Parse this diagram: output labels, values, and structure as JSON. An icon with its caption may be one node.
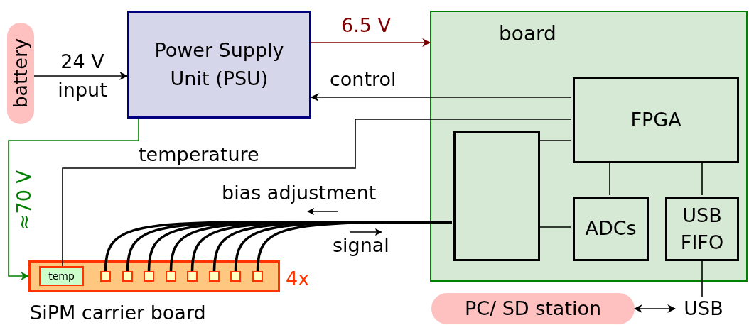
{
  "diagram": {
    "nodes": [
      {
        "text": [
          "battery"
        ]
      },
      {
        "text": [
          "Power Supply Unit (PSU)"
        ]
      },
      {
        "text": [
          "board"
        ]
      },
      {
        "text": [
          "FPGA"
        ],
        "in": 2
      },
      {
        "text": [],
        "shape": "box",
        "in": 2
      },
      {
        "text": [
          "ADCs"
        ],
        "in": 2
      },
      {
        "text": [
          "USB FIFO"
        ],
        "in": 2
      },
      {
        "text": [
          "SiPM carrier board"
        ],
        "beside": [
          "4x"
        ]
      },
      {
        "text": [
          "temp"
        ],
        "in": 7
      },
      {
        "text": [],
        "shape": "box",
        "in": 7
      },
      {
        "text": [],
        "shape": "box",
        "in": 7
      },
      {
        "text": [],
        "shape": "box",
        "in": 7
      },
      {
        "text": [],
        "shape": "box",
        "in": 7
      },
      {
        "text": [],
        "shape": "box",
        "in": 7
      },
      {
        "text": [],
        "shape": "box",
        "in": 7
      },
      {
        "text": [],
        "shape": "box",
        "in": 7
      },
      {
        "text": [],
        "shape": "box",
        "in": 7
      },
      {
        "text": [
          "PC/ SD station"
        ]
      },
      {
        "text": [
          "USB"
        ]
      }
    ],
    "edges": [
      {
        "from": 0,
        "to": 1,
        "arrow": "to",
        "label": "24 V input"
      },
      {
        "from": 1,
        "to": 2,
        "arrow": "to",
        "label": "6.5 V",
        "color": "#7f0000"
      },
      {
        "from": 3,
        "to": 1,
        "arrow": "to",
        "label": "control"
      },
      {
        "from": 8,
        "to": 3,
        "arrow": "none",
        "label": "temperature"
      },
      {
        "from": 1,
        "to": 7,
        "arrow": "to",
        "label": "≈70 V",
        "color": "#008000"
      },
      {
        "from": 4,
        "to": 3,
        "arrow": "none"
      },
      {
        "from": 3,
        "to": 5,
        "arrow": "none"
      },
      {
        "from": 3,
        "to": 6,
        "arrow": "none"
      },
      {
        "from": 5,
        "to": 4,
        "arrow": "none"
      },
      {
        "from": 9,
        "to": 4,
        "arrow": "none",
        "style": "thick"
      },
      {
        "from": 10,
        "to": 4,
        "arrow": "none",
        "style": "thick"
      },
      {
        "from": 11,
        "to": 4,
        "arrow": "none",
        "style": "thick"
      },
      {
        "from": 12,
        "to": 4,
        "arrow": "none",
        "style": "thick"
      },
      {
        "from": 13,
        "to": 4,
        "arrow": "none",
        "style": "thick"
      },
      {
        "from": 14,
        "to": 4,
        "arrow": "none",
        "style": "thick"
      },
      {
        "from": 15,
        "to": 4,
        "arrow": "none",
        "style": "thick"
      },
      {
        "from": 16,
        "to": 4,
        "arrow": "none",
        "style": "thick"
      },
      {
        "from": 6,
        "to": 18,
        "arrow": "none"
      },
      {
        "from": 17,
        "to": 18,
        "arrow": "both"
      }
    ],
    "labels": [
      "bias adjustment",
      "signal"
    ]
  }
}
